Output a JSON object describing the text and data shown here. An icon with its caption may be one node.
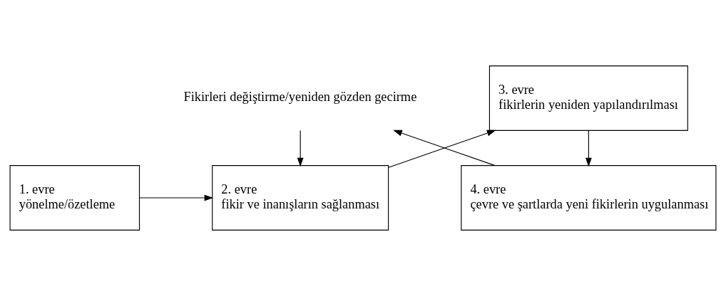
{
  "diagram": {
    "nodes": [
      {
        "text": [
          "1. evre",
          "yönelme/özetleme"
        ]
      },
      {
        "text": [
          "2. evre",
          "fikir ve inanışların sağlanması"
        ]
      },
      {
        "text": [
          "3. evre",
          "fikirlerin yeniden yapılandırılması"
        ]
      },
      {
        "text": [
          "Fikirleri değiştirme/yeniden gözden gecirme"
        ]
      },
      {
        "text": [
          "4. evre",
          "çevre ve şartlarda yeni fikirlerin uygulanması"
        ]
      }
    ],
    "edges": [
      {
        "from": 0,
        "to": 1,
        "arrow": "to"
      },
      {
        "from": 1,
        "to": 2,
        "arrow": "to"
      },
      {
        "from": 2,
        "to": 4,
        "arrow": "to"
      },
      {
        "from": 4,
        "to": 3,
        "arrow": "to"
      },
      {
        "from": 3,
        "to": 1,
        "arrow": "to"
      }
    ]
  }
}
